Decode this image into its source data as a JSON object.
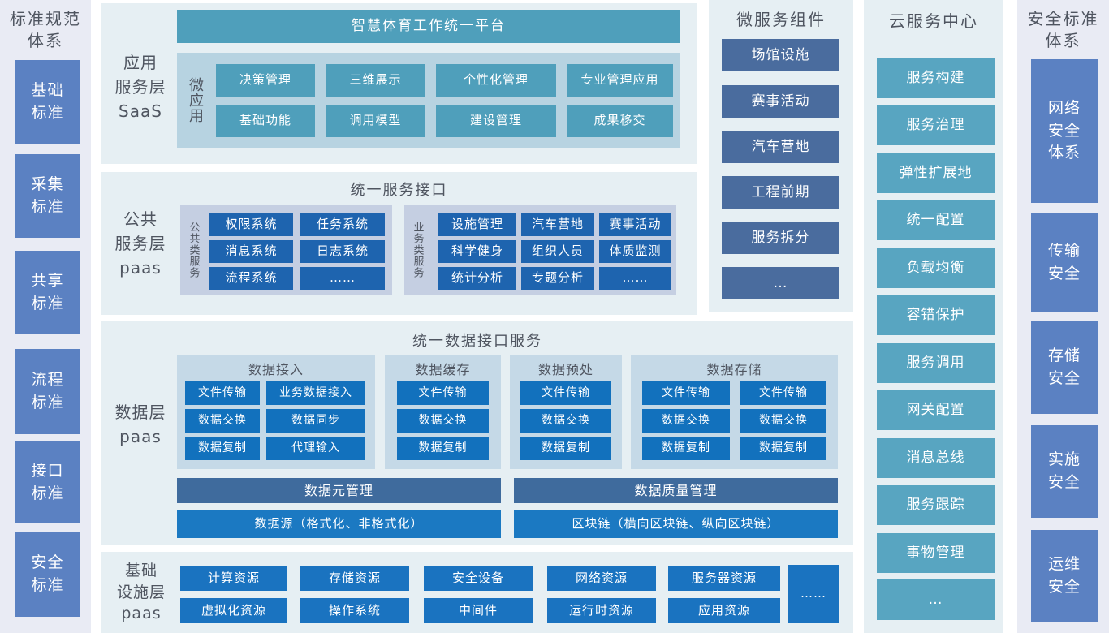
{
  "colors": {
    "side_panel_bg": "#e9ebf4",
    "side_block": "#5b81c2",
    "main_panel_bg": "#e6eff3",
    "teal_accent": "#4f9fbb",
    "saas_inner_panel": "#b7d3e1",
    "public_inner_panel": "#c5cfe2",
    "public_button": "#1e64af",
    "data_inner_panel": "#c5d9e7",
    "data_button": "#1271bd",
    "meta_bar": "#3f6b9d",
    "bright_bar": "#1b79c2",
    "infra_button": "#1a73c0",
    "microservice_block": "#4a6c9e",
    "cloud_block": "#58a5c1",
    "label_text": "#4f5560"
  },
  "standards_panel": {
    "title": "标准规范\n体系",
    "items": [
      "基础\n标准",
      "采集\n标准",
      "共享\n标准",
      "流程\n标准",
      "接口\n标准",
      "安全\n标准"
    ]
  },
  "app_layer": {
    "label": "应用\n服务层\nSaaS",
    "platform_title": "智慧体育工作统一平台",
    "micro_app_label": "微应用",
    "apps_row1": [
      "决策管理",
      "三维展示",
      "个性化管理",
      "专业管理应用"
    ],
    "apps_row2": [
      "基础功能",
      "调用模型",
      "建设管理",
      "成果移交"
    ]
  },
  "public_layer": {
    "label": "公共\n服务层\npaas",
    "title": "统一服务接口",
    "common_services": {
      "label": "公共类服务",
      "items": [
        "权限系统",
        "任务系统",
        "消息系统",
        "日志系统",
        "流程系统",
        "……"
      ]
    },
    "business_services": {
      "label": "业务类服务",
      "items": [
        "设施管理",
        "汽车营地",
        "赛事活动",
        "科学健身",
        "组织人员",
        "体质监测",
        "统计分析",
        "专题分析",
        "……"
      ]
    }
  },
  "data_layer": {
    "label": "数据层\npaas",
    "title": "统一数据接口服务",
    "access": {
      "title": "数据接入",
      "items": [
        "文件传输",
        "业务数据接入",
        "数据交换",
        "数据同步",
        "数据复制",
        "代理输入"
      ]
    },
    "cache": {
      "title": "数据缓存",
      "items": [
        "文件传输",
        "数据交换",
        "数据复制"
      ]
    },
    "preprocess": {
      "title": "数据预处",
      "items": [
        "文件传输",
        "数据交换",
        "数据复制"
      ]
    },
    "storage": {
      "title": "数据存储",
      "items": [
        "文件传输",
        "文件传输",
        "数据交换",
        "数据交换",
        "数据复制",
        "数据复制"
      ]
    },
    "meta_bar": "数据元管理",
    "quality_bar": "数据质量管理",
    "source_bar": "数据源（格式化、非格式化）",
    "blockchain_bar": "区块链（横向区块链、纵向区块链）"
  },
  "infra_layer": {
    "label": "基础\n设施层\npaas",
    "row1": [
      "计算资源",
      "存储资源",
      "安全设备",
      "网络资源",
      "服务器资源"
    ],
    "row2": [
      "虚拟化资源",
      "操作系统",
      "中间件",
      "运行时资源",
      "应用资源"
    ],
    "more": "……"
  },
  "microservices_panel": {
    "title": "微服务组件",
    "items": [
      "场馆设施",
      "赛事活动",
      "汽车营地",
      "工程前期",
      "服务拆分",
      "…"
    ]
  },
  "cloud_panel": {
    "title": "云服务中心",
    "items": [
      "服务构建",
      "服务治理",
      "弹性扩展地",
      "统一配置",
      "负载均衡",
      "容错保护",
      "服务调用",
      "网关配置",
      "消息总线",
      "服务跟踪",
      "事物管理",
      "…"
    ]
  },
  "security_panel": {
    "title": "安全标准\n体系",
    "items": [
      "网络\n安全\n体系",
      "传输\n安全",
      "存储\n安全",
      "实施\n安全",
      "运维\n安全"
    ]
  }
}
